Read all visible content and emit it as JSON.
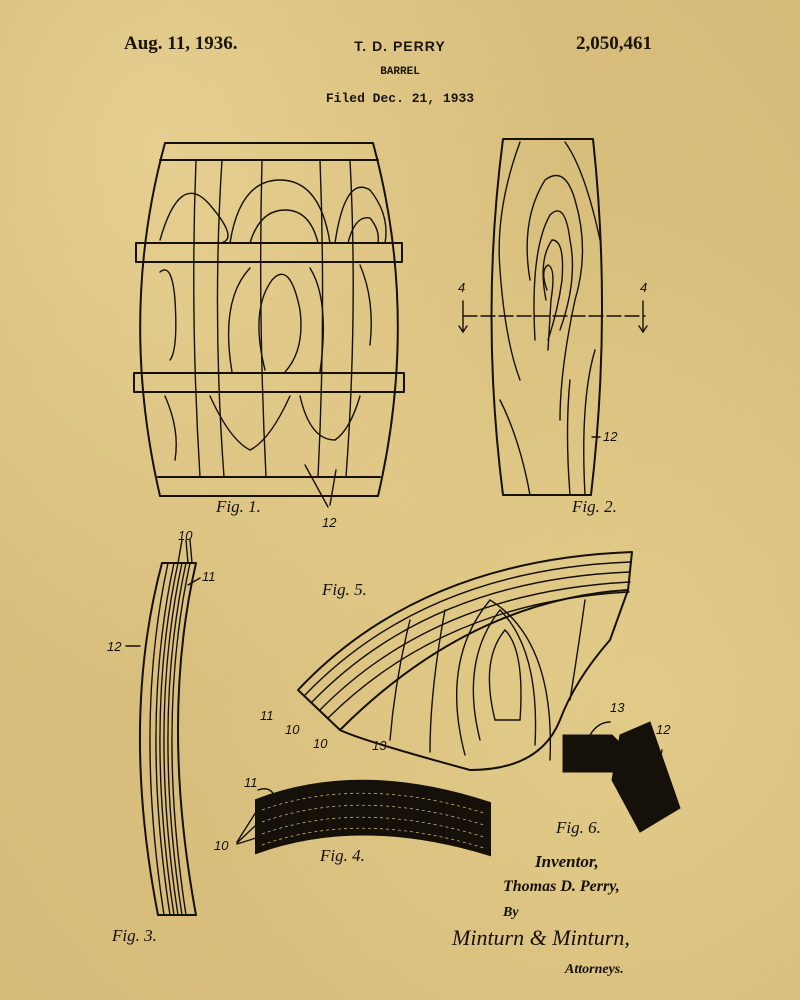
{
  "header": {
    "date": "Aug. 11, 1936.",
    "inventor_name": "T. D. PERRY",
    "patent_number": "2,050,461",
    "title": "BARREL",
    "filed": "Filed Dec. 21, 1933"
  },
  "figures": {
    "fig1": {
      "label": "Fig. 1.",
      "refs": [
        "12"
      ]
    },
    "fig2": {
      "label": "Fig. 2.",
      "refs": [
        "12",
        "4",
        "4"
      ]
    },
    "fig3": {
      "label": "Fig. 3.",
      "refs": [
        "10",
        "11",
        "12"
      ]
    },
    "fig4": {
      "label": "Fig. 4.",
      "refs": [
        "11",
        "10"
      ]
    },
    "fig5": {
      "label": "Fig. 5.",
      "refs": [
        "11",
        "10",
        "10",
        "13"
      ]
    },
    "fig6": {
      "label": "Fig. 6.",
      "refs": [
        "13",
        "12"
      ]
    }
  },
  "signature_block": {
    "inventor_label": "Inventor,",
    "inventor_full_name": "Thomas D. Perry,",
    "by": "By",
    "attorney_signature": "Minturn & Minturn,",
    "attorneys_label": "Attorneys."
  },
  "colors": {
    "paper": "#d9bf7e",
    "ink": "#15100a"
  }
}
